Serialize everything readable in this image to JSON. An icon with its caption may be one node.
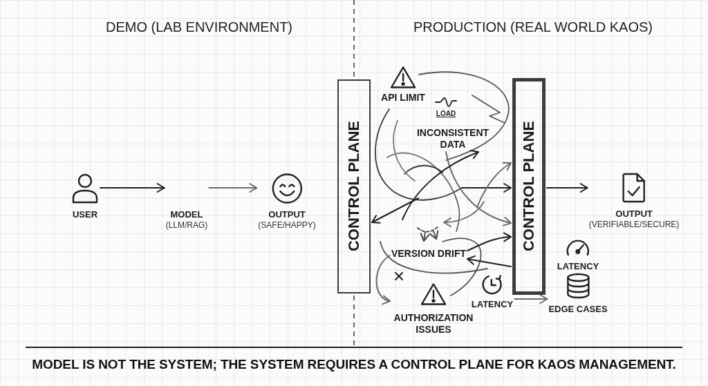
{
  "diagram": {
    "caption": "MODEL IS NOT THE SYSTEM; THE SYSTEM REQUIRES A CONTROL PLANE FOR KAOS MANAGEMENT.",
    "nodes": [
      {
        "text": [
          "USER"
        ]
      },
      {
        "text": [
          "MODEL",
          "(LLM/RAG)"
        ]
      },
      {
        "text": [
          "OUTPUT",
          "(SAFE/HAPPY)"
        ]
      },
      {
        "text": [
          "CONTROL PLANE"
        ]
      },
      {
        "text": [
          "API LIMIT"
        ]
      },
      {
        "text": [
          "INCONSISTENT DATA"
        ]
      },
      {
        "text": [
          "VERSION DRIFT"
        ]
      },
      {
        "text": [
          "AUTHORIZATION ISSUES"
        ]
      },
      {
        "text": [
          "LATENCY"
        ]
      },
      {
        "text": [
          "CONTROL PLANE"
        ]
      },
      {
        "text": [
          "OUTPUT",
          "(VERIFIABLE/SECURE)"
        ]
      },
      {
        "text": [
          "LATENCY"
        ]
      },
      {
        "text": [
          "EDGE CASES"
        ]
      }
    ],
    "edges": [
      {
        "from": 0,
        "to": 1,
        "arrow": "to"
      },
      {
        "from": 1,
        "to": 2,
        "arrow": "to",
        "color": "#6b6b6b"
      },
      {
        "from": 9,
        "to": 10,
        "arrow": "to"
      },
      {
        "from": 8,
        "to": 12,
        "arrow": "to",
        "color": "#6b6b6b"
      },
      {
        "from": null,
        "to": 9,
        "arrow": "to"
      },
      {
        "from": 5,
        "to": 9,
        "arrow": "to",
        "color": "#6b6b6b"
      },
      {
        "from": 6,
        "to": 9,
        "arrow": "to"
      },
      {
        "from": null,
        "to": 3,
        "arrow": "to"
      },
      {
        "from": 6,
        "to": 7,
        "arrow": "to",
        "color": "#6b6b6b"
      },
      {
        "from": 9,
        "to": 6,
        "arrow": "to"
      },
      {
        "from": null,
        "to": 5,
        "arrow": "to"
      },
      {
        "from": null,
        "to": 9,
        "arrow": "to",
        "color": "#6b6b6b"
      }
    ],
    "labels": [
      "DEMO (LAB ENVIRONMENT)",
      "PRODUCTION (REAL WORLD KAOS)",
      "LOAD"
    ]
  }
}
